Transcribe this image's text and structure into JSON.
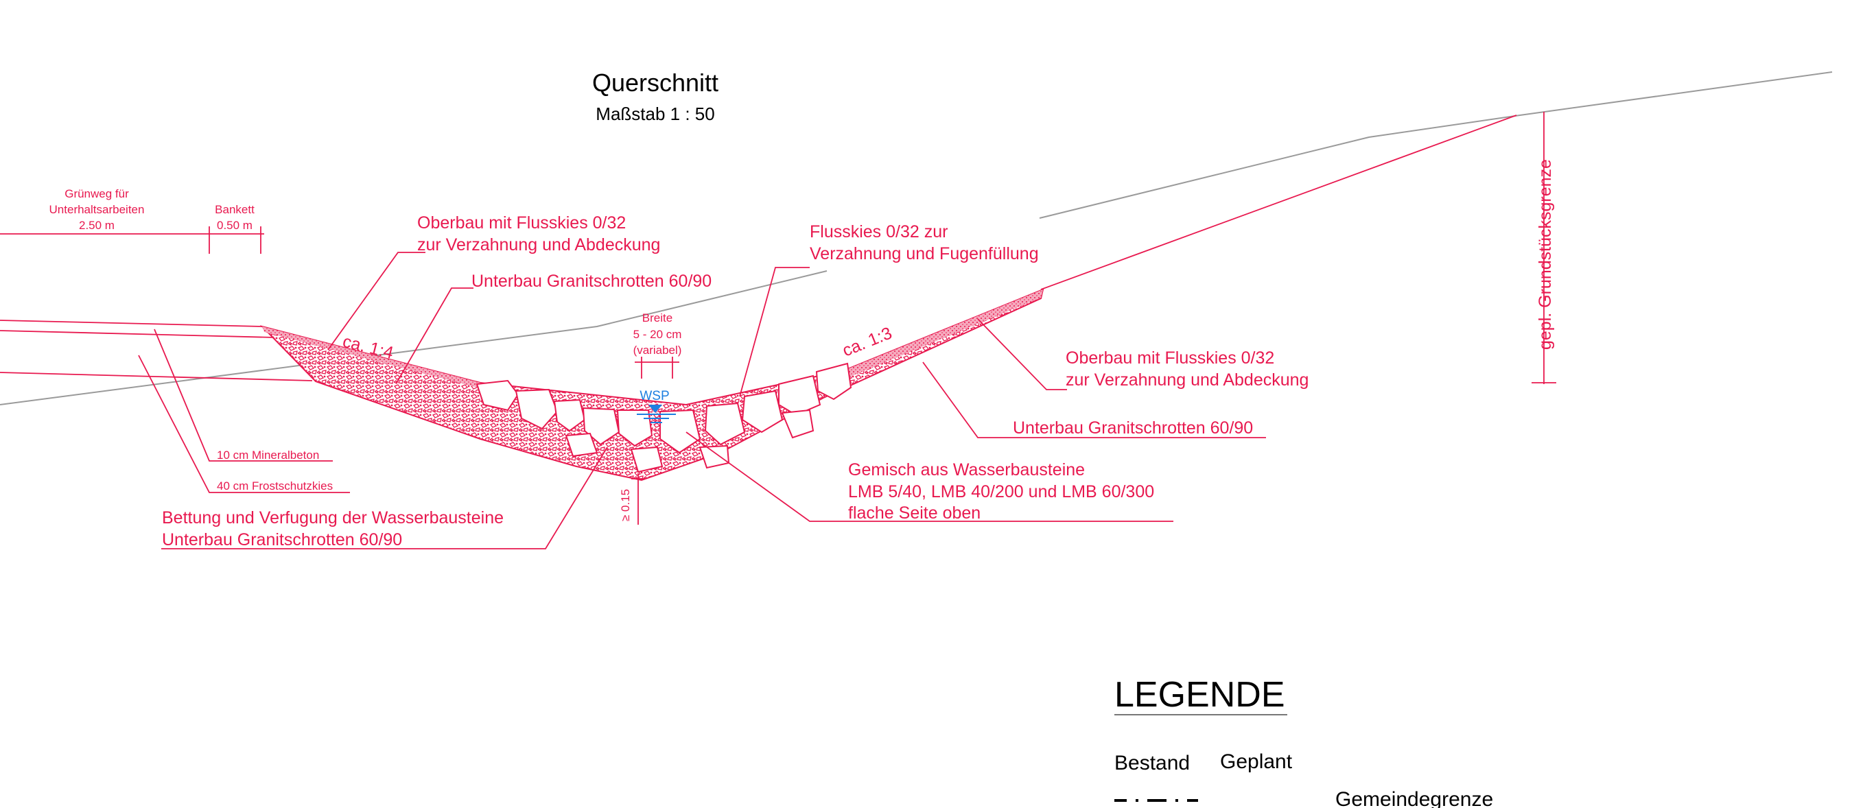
{
  "title": "Querschnitt",
  "scale": "Maßstab 1 : 50",
  "labels": {
    "gruenweg": [
      "Grünweg für",
      "Unterhaltsarbeiten",
      "2.50 m"
    ],
    "bankett": [
      "Bankett",
      "0.50 m"
    ],
    "oberbau_left": [
      "Oberbau mit Flusskies 0/32",
      "zur Verzahnung und Abdeckung"
    ],
    "unterbau_left": "Unterbau Granitschrotten 60/90",
    "flusskies": [
      "Flusskies 0/32 zur",
      "Verzahnung und Fugenfüllung"
    ],
    "breite": [
      "Breite",
      "5 - 20 cm",
      "(variabel)"
    ],
    "wsp": "WSP",
    "slope_left": "ca. 1:4",
    "slope_right": "ca. 1:3",
    "oberbau_right": [
      "Oberbau mit Flusskies 0/32",
      "zur Verzahnung und Abdeckung"
    ],
    "unterbau_right": "Unterbau Granitschrotten 60/90",
    "mineralbeton": "10 cm Mineralbeton",
    "frostschutz": "40 cm Frostschutzkies",
    "gemisch": [
      "Gemisch aus Wasserbausteine",
      "LMB 5/40, LMB 40/200 und LMB 60/300",
      "flache Seite oben"
    ],
    "bettung": [
      "Bettung und Verfugung der Wasserbausteine",
      "Unterbau Granitschrotten 60/90"
    ],
    "depth": "≥ 0.15",
    "grundstueck": "gepl. Grundstücksgrenze"
  },
  "legend": {
    "title": "LEGENDE",
    "col_existing": "Bestand",
    "col_planned": "Geplant",
    "item_1": "Gemeindegrenze"
  },
  "colors": {
    "plan_red": "#e8194f",
    "water_blue": "#1e7fe0",
    "terrain_grey": "#9a9a9a"
  }
}
